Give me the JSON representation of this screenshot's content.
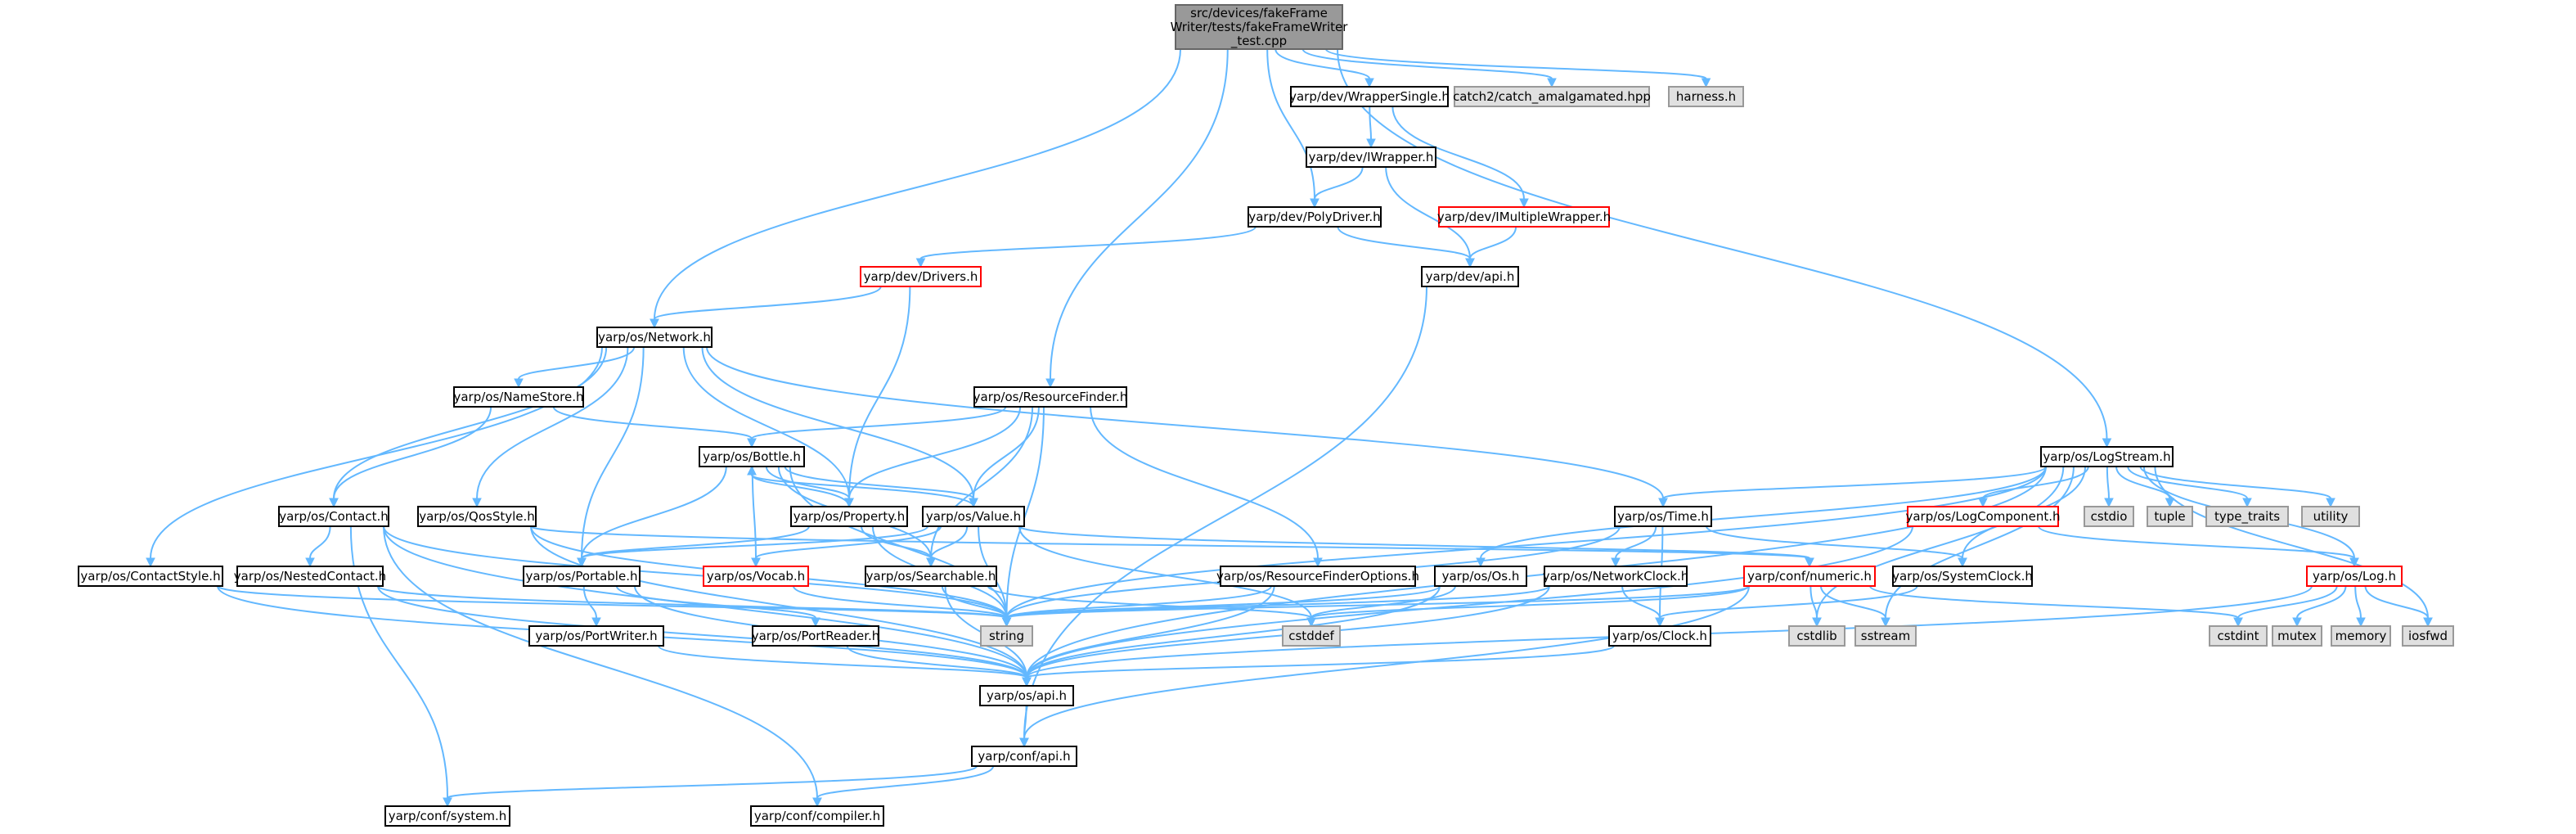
{
  "colors": {
    "normal_fill": "#ffffff",
    "normal_stroke": "#000000",
    "root_fill": "#999999",
    "root_stroke": "#666666",
    "missing_fill": "#e0e0e0",
    "missing_stroke": "#999999",
    "incomplete_fill": "#ffffff",
    "incomplete_stroke": "#ff0000",
    "edge": "#63b8ff"
  },
  "nodes": [
    {
      "id": "root",
      "lines": [
        "src/devices/fakeFrame",
        "Writer/tests/fakeFrameWriter",
        "_test.cpp"
      ],
      "kind": "root"
    },
    {
      "id": "wrapper_single",
      "lines": [
        "yarp/dev/WrapperSingle.h"
      ],
      "kind": "normal"
    },
    {
      "id": "catch2",
      "lines": [
        "catch2/catch_amalgamated.hpp"
      ],
      "kind": "missing"
    },
    {
      "id": "harness",
      "lines": [
        "harness.h"
      ],
      "kind": "missing"
    },
    {
      "id": "iwrapper",
      "lines": [
        "yarp/dev/IWrapper.h"
      ],
      "kind": "normal"
    },
    {
      "id": "imultiplewrapper",
      "lines": [
        "yarp/dev/IMultipleWrapper.h"
      ],
      "kind": "incomplete"
    },
    {
      "id": "polydriver",
      "lines": [
        "yarp/dev/PolyDriver.h"
      ],
      "kind": "normal"
    },
    {
      "id": "dev_api",
      "lines": [
        "yarp/dev/api.h"
      ],
      "kind": "normal"
    },
    {
      "id": "drivers",
      "lines": [
        "yarp/dev/Drivers.h"
      ],
      "kind": "incomplete"
    },
    {
      "id": "network",
      "lines": [
        "yarp/os/Network.h"
      ],
      "kind": "normal"
    },
    {
      "id": "namestore",
      "lines": [
        "yarp/os/NameStore.h"
      ],
      "kind": "normal"
    },
    {
      "id": "resourcefinder",
      "lines": [
        "yarp/os/ResourceFinder.h"
      ],
      "kind": "normal"
    },
    {
      "id": "bottle",
      "lines": [
        "yarp/os/Bottle.h"
      ],
      "kind": "normal"
    },
    {
      "id": "logstream",
      "lines": [
        "yarp/os/LogStream.h"
      ],
      "kind": "normal"
    },
    {
      "id": "contact",
      "lines": [
        "yarp/os/Contact.h"
      ],
      "kind": "normal"
    },
    {
      "id": "qosstyle",
      "lines": [
        "yarp/os/QosStyle.h"
      ],
      "kind": "normal"
    },
    {
      "id": "property",
      "lines": [
        "yarp/os/Property.h"
      ],
      "kind": "normal"
    },
    {
      "id": "value",
      "lines": [
        "yarp/os/Value.h"
      ],
      "kind": "normal"
    },
    {
      "id": "time",
      "lines": [
        "yarp/os/Time.h"
      ],
      "kind": "normal"
    },
    {
      "id": "logcomponent",
      "lines": [
        "yarp/os/LogComponent.h"
      ],
      "kind": "incomplete"
    },
    {
      "id": "cstdio",
      "lines": [
        "cstdio"
      ],
      "kind": "missing"
    },
    {
      "id": "tuple",
      "lines": [
        "tuple"
      ],
      "kind": "missing"
    },
    {
      "id": "type_traits",
      "lines": [
        "type_traits"
      ],
      "kind": "missing"
    },
    {
      "id": "utility",
      "lines": [
        "utility"
      ],
      "kind": "missing"
    },
    {
      "id": "contactstyle",
      "lines": [
        "yarp/os/ContactStyle.h"
      ],
      "kind": "normal"
    },
    {
      "id": "nestedcontact",
      "lines": [
        "yarp/os/NestedContact.h"
      ],
      "kind": "normal"
    },
    {
      "id": "portable",
      "lines": [
        "yarp/os/Portable.h"
      ],
      "kind": "normal"
    },
    {
      "id": "vocab",
      "lines": [
        "yarp/os/Vocab.h"
      ],
      "kind": "incomplete"
    },
    {
      "id": "searchable",
      "lines": [
        "yarp/os/Searchable.h"
      ],
      "kind": "normal"
    },
    {
      "id": "rfoptions",
      "lines": [
        "yarp/os/ResourceFinderOptions.h"
      ],
      "kind": "normal"
    },
    {
      "id": "os_h",
      "lines": [
        "yarp/os/Os.h"
      ],
      "kind": "normal"
    },
    {
      "id": "networkclock",
      "lines": [
        "yarp/os/NetworkClock.h"
      ],
      "kind": "normal"
    },
    {
      "id": "numeric",
      "lines": [
        "yarp/conf/numeric.h"
      ],
      "kind": "incomplete"
    },
    {
      "id": "systemclock",
      "lines": [
        "yarp/os/SystemClock.h"
      ],
      "kind": "normal"
    },
    {
      "id": "log",
      "lines": [
        "yarp/os/Log.h"
      ],
      "kind": "incomplete"
    },
    {
      "id": "string",
      "lines": [
        "string"
      ],
      "kind": "missing"
    },
    {
      "id": "portwriter",
      "lines": [
        "yarp/os/PortWriter.h"
      ],
      "kind": "normal"
    },
    {
      "id": "portreader",
      "lines": [
        "yarp/os/PortReader.h"
      ],
      "kind": "normal"
    },
    {
      "id": "cstddef",
      "lines": [
        "cstddef"
      ],
      "kind": "missing"
    },
    {
      "id": "clock",
      "lines": [
        "yarp/os/Clock.h"
      ],
      "kind": "normal"
    },
    {
      "id": "cstdlib",
      "lines": [
        "cstdlib"
      ],
      "kind": "missing"
    },
    {
      "id": "sstream",
      "lines": [
        "sstream"
      ],
      "kind": "missing"
    },
    {
      "id": "cstdint",
      "lines": [
        "cstdint"
      ],
      "kind": "missing"
    },
    {
      "id": "mutex",
      "lines": [
        "mutex"
      ],
      "kind": "missing"
    },
    {
      "id": "memory",
      "lines": [
        "memory"
      ],
      "kind": "missing"
    },
    {
      "id": "iosfwd",
      "lines": [
        "iosfwd"
      ],
      "kind": "missing"
    },
    {
      "id": "os_api",
      "lines": [
        "yarp/os/api.h"
      ],
      "kind": "normal"
    },
    {
      "id": "conf_api",
      "lines": [
        "yarp/conf/api.h"
      ],
      "kind": "normal"
    },
    {
      "id": "conf_system",
      "lines": [
        "yarp/conf/system.h"
      ],
      "kind": "normal"
    },
    {
      "id": "conf_compiler",
      "lines": [
        "yarp/conf/compiler.h"
      ],
      "kind": "normal"
    }
  ],
  "edges": [
    [
      "root",
      "wrapper_single"
    ],
    [
      "root",
      "catch2"
    ],
    [
      "root",
      "harness"
    ],
    [
      "root",
      "polydriver"
    ],
    [
      "root",
      "network"
    ],
    [
      "root",
      "resourcefinder"
    ],
    [
      "root",
      "logstream"
    ],
    [
      "wrapper_single",
      "iwrapper"
    ],
    [
      "wrapper_single",
      "imultiplewrapper"
    ],
    [
      "iwrapper",
      "polydriver"
    ],
    [
      "iwrapper",
      "dev_api"
    ],
    [
      "imultiplewrapper",
      "dev_api"
    ],
    [
      "polydriver",
      "drivers"
    ],
    [
      "polydriver",
      "dev_api"
    ],
    [
      "dev_api",
      "conf_api"
    ],
    [
      "drivers",
      "network"
    ],
    [
      "drivers",
      "property"
    ],
    [
      "network",
      "namestore"
    ],
    [
      "network",
      "contact"
    ],
    [
      "network",
      "qosstyle"
    ],
    [
      "network",
      "contactstyle"
    ],
    [
      "network",
      "portable"
    ],
    [
      "network",
      "property"
    ],
    [
      "network",
      "value"
    ],
    [
      "network",
      "time"
    ],
    [
      "namestore",
      "contact"
    ],
    [
      "namestore",
      "bottle"
    ],
    [
      "resourcefinder",
      "bottle"
    ],
    [
      "resourcefinder",
      "property"
    ],
    [
      "resourcefinder",
      "value"
    ],
    [
      "resourcefinder",
      "searchable"
    ],
    [
      "resourcefinder",
      "rfoptions"
    ],
    [
      "resourcefinder",
      "string"
    ],
    [
      "bottle",
      "property"
    ],
    [
      "bottle",
      "value"
    ],
    [
      "bottle",
      "portable"
    ],
    [
      "bottle",
      "vocab"
    ],
    [
      "bottle",
      "searchable"
    ],
    [
      "bottle",
      "string"
    ],
    [
      "property",
      "bottle"
    ],
    [
      "property",
      "portable"
    ],
    [
      "property",
      "searchable"
    ],
    [
      "property",
      "string"
    ],
    [
      "value",
      "bottle"
    ],
    [
      "value",
      "portable"
    ],
    [
      "value",
      "vocab"
    ],
    [
      "value",
      "searchable"
    ],
    [
      "value",
      "numeric"
    ],
    [
      "value",
      "string"
    ],
    [
      "value",
      "cstddef"
    ],
    [
      "contact",
      "nestedcontact"
    ],
    [
      "contact",
      "string"
    ],
    [
      "contact",
      "os_api"
    ],
    [
      "contact",
      "conf_system"
    ],
    [
      "contact",
      "conf_compiler"
    ],
    [
      "qosstyle",
      "numeric"
    ],
    [
      "qosstyle",
      "string"
    ],
    [
      "qosstyle",
      "os_api"
    ],
    [
      "contactstyle",
      "string"
    ],
    [
      "contactstyle",
      "os_api"
    ],
    [
      "nestedcontact",
      "string"
    ],
    [
      "nestedcontact",
      "os_api"
    ],
    [
      "portable",
      "portwriter"
    ],
    [
      "portable",
      "portreader"
    ],
    [
      "portable",
      "os_api"
    ],
    [
      "portwriter",
      "os_api"
    ],
    [
      "portreader",
      "os_api"
    ],
    [
      "vocab",
      "string"
    ],
    [
      "searchable",
      "string"
    ],
    [
      "searchable",
      "cstddef"
    ],
    [
      "searchable",
      "os_api"
    ],
    [
      "rfoptions",
      "string"
    ],
    [
      "rfoptions",
      "os_api"
    ],
    [
      "logstream",
      "string"
    ],
    [
      "logstream",
      "time"
    ],
    [
      "logstream",
      "os_h"
    ],
    [
      "logstream",
      "logcomponent"
    ],
    [
      "logstream",
      "cstdio"
    ],
    [
      "logstream",
      "tuple"
    ],
    [
      "logstream",
      "type_traits"
    ],
    [
      "logstream",
      "utility"
    ],
    [
      "logstream",
      "systemclock"
    ],
    [
      "logstream",
      "log"
    ],
    [
      "logstream",
      "cstdlib"
    ],
    [
      "logstream",
      "sstream"
    ],
    [
      "logstream",
      "iosfwd"
    ],
    [
      "logstream",
      "os_api"
    ],
    [
      "time",
      "networkclock"
    ],
    [
      "time",
      "systemclock"
    ],
    [
      "time",
      "clock"
    ],
    [
      "time",
      "string"
    ],
    [
      "os_h",
      "string"
    ],
    [
      "os_h",
      "cstddef"
    ],
    [
      "os_h",
      "os_api"
    ],
    [
      "networkclock",
      "clock"
    ],
    [
      "networkclock",
      "string"
    ],
    [
      "networkclock",
      "os_api"
    ],
    [
      "numeric",
      "cstdlib"
    ],
    [
      "numeric",
      "sstream"
    ],
    [
      "numeric",
      "conf_api"
    ],
    [
      "numeric",
      "string"
    ],
    [
      "numeric",
      "cstddef"
    ],
    [
      "numeric",
      "cstdint"
    ],
    [
      "systemclock",
      "clock"
    ],
    [
      "clock",
      "os_api"
    ],
    [
      "logcomponent",
      "log"
    ],
    [
      "logcomponent",
      "os_api"
    ],
    [
      "log",
      "cstdint"
    ],
    [
      "log",
      "mutex"
    ],
    [
      "log",
      "memory"
    ],
    [
      "log",
      "iosfwd"
    ],
    [
      "log",
      "os_api"
    ],
    [
      "os_api",
      "conf_api"
    ],
    [
      "conf_api",
      "conf_system"
    ],
    [
      "conf_api",
      "conf_compiler"
    ]
  ]
}
